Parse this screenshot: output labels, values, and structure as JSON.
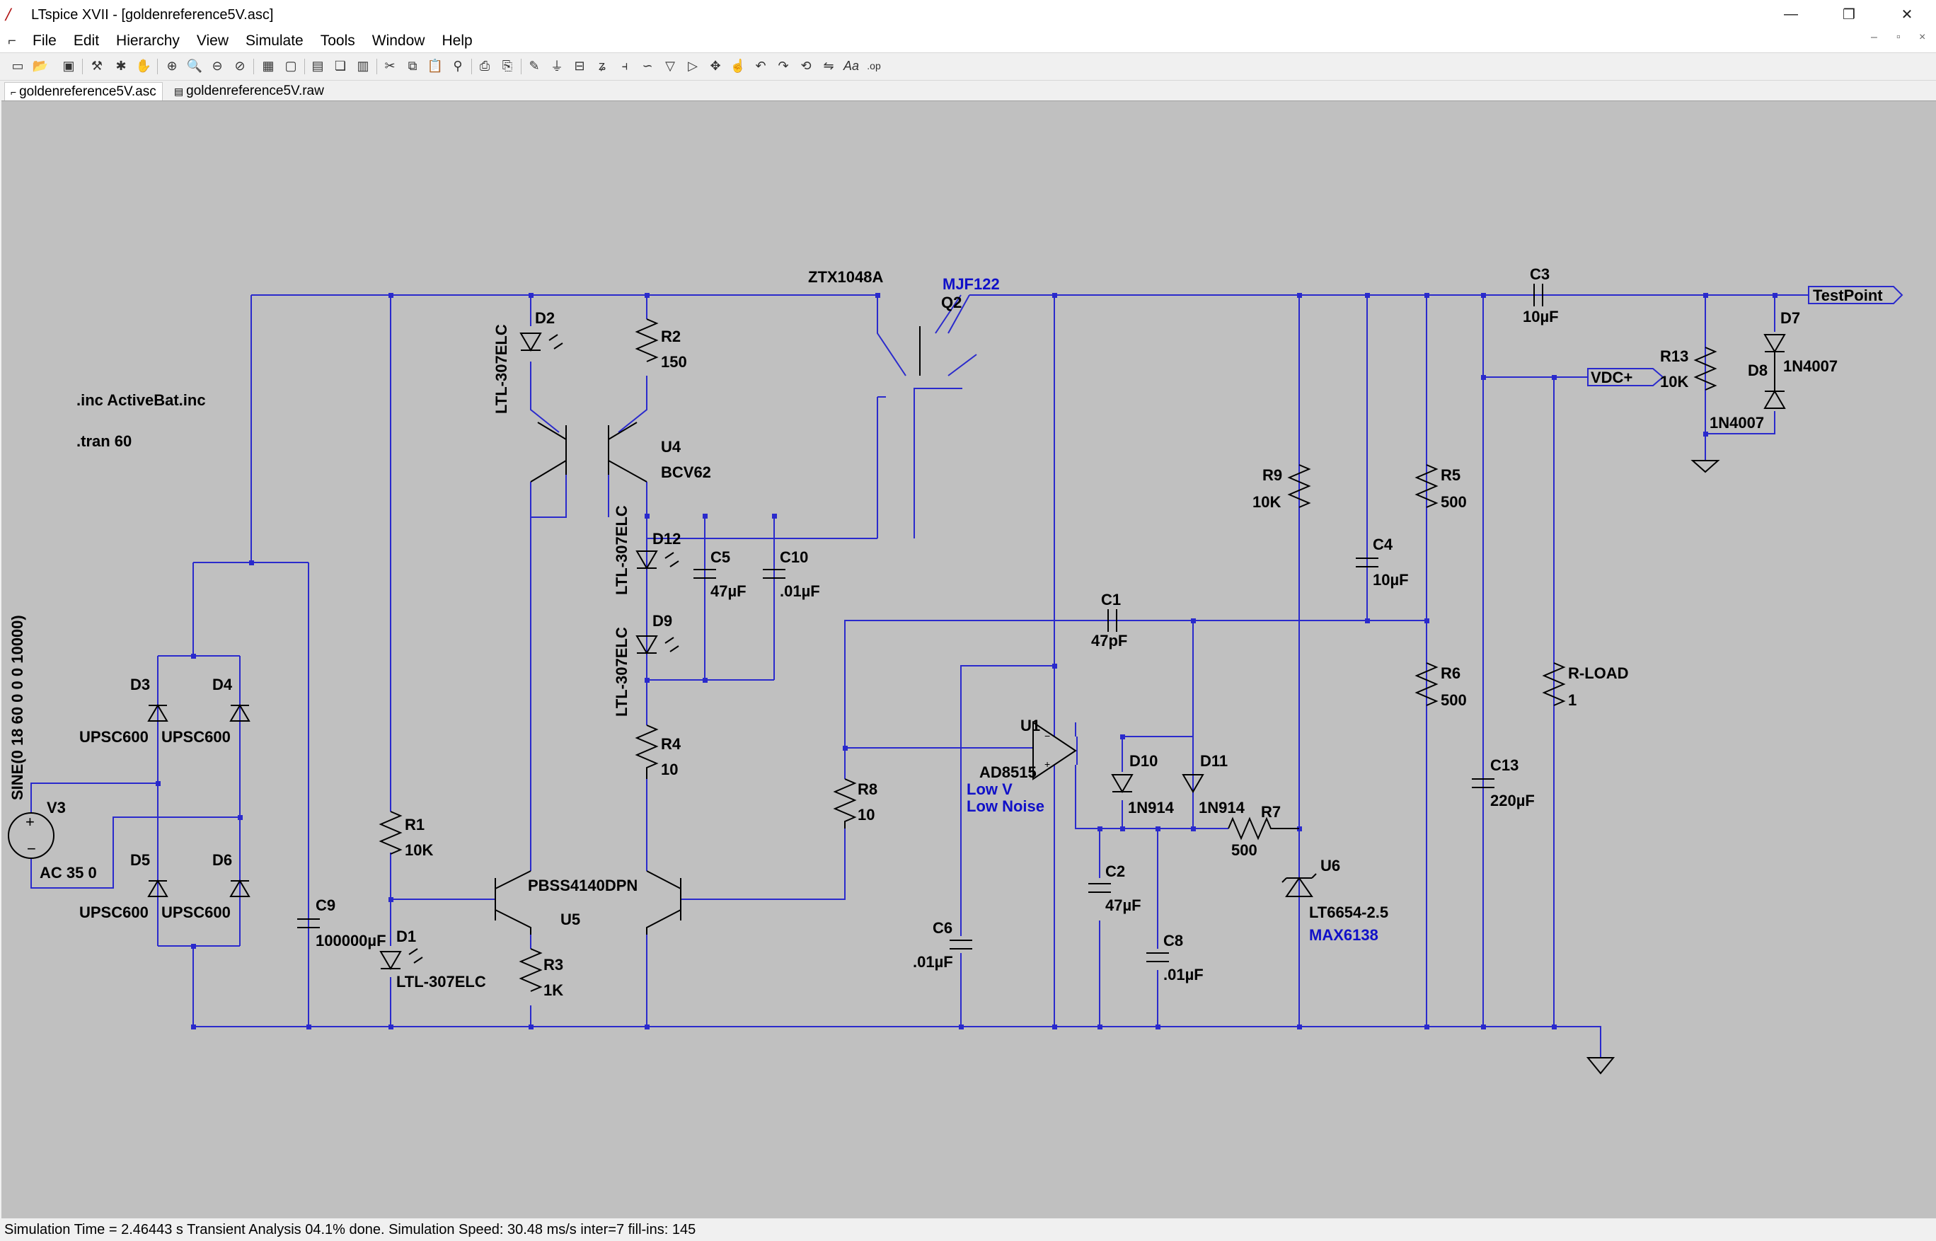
{
  "window": {
    "title": "LTspice XVII - [goldenreference5V.asc]",
    "app_icon": "ltspice-icon",
    "controls": [
      "minimize",
      "restore",
      "close"
    ]
  },
  "menu": [
    "File",
    "Edit",
    "Hierarchy",
    "View",
    "Simulate",
    "Tools",
    "Window",
    "Help"
  ],
  "tabs": [
    {
      "label": "goldenreference5V.asc",
      "active": true
    },
    {
      "label": "goldenreference5V.raw",
      "active": false
    }
  ],
  "schematic": {
    "directives": [
      ".inc ActiveBat.inc",
      ".tran 60"
    ],
    "source": {
      "name": "V3",
      "value": "SINE(0 18 60 0 0 0 10000)",
      "ac": "AC 35 0"
    },
    "bridge": [
      {
        "name": "D3",
        "model": "UPSC600"
      },
      {
        "name": "D4",
        "model": "UPSC600"
      },
      {
        "name": "D5",
        "model": "UPSC600"
      },
      {
        "name": "D6",
        "model": "UPSC600"
      }
    ],
    "components": {
      "C9": {
        "name": "C9",
        "value": "100000µF"
      },
      "R1": {
        "name": "R1",
        "value": "10K"
      },
      "D1": {
        "name": "D1",
        "value": "LTL-307ELC"
      },
      "D2": {
        "name": "D2",
        "value": "LTL-307ELC"
      },
      "R2": {
        "name": "R2",
        "value": "150"
      },
      "U4": {
        "name": "U4",
        "value": "BCV62"
      },
      "D12": {
        "name": "D12",
        "value": "LTL-307ELC"
      },
      "D9": {
        "name": "D9",
        "value": "LTL-307ELC"
      },
      "C5": {
        "name": "C5",
        "value": "47µF"
      },
      "C10": {
        "name": "C10",
        "value": ".01µF"
      },
      "R4": {
        "name": "R4",
        "value": "10"
      },
      "U5": {
        "name": "U5",
        "value": "PBSS4140DPN"
      },
      "R3": {
        "name": "R3",
        "value": "1K"
      },
      "Q2": {
        "name": "Q2",
        "value": "MJF122",
        "overlap_label": "ZTX1048A"
      },
      "R8": {
        "name": "R8",
        "value": "10"
      },
      "C6": {
        "name": "C6",
        "value": ".01µF"
      },
      "C1": {
        "name": "C1",
        "value": "47pF"
      },
      "U1": {
        "name": "U1",
        "value": "AD8515",
        "note1": "Low V",
        "note2": "Low Noise"
      },
      "D10": {
        "name": "D10",
        "value": "1N914"
      },
      "D11": {
        "name": "D11",
        "value": "1N914"
      },
      "R7": {
        "name": "R7",
        "value": "500"
      },
      "C2": {
        "name": "C2",
        "value": "47µF"
      },
      "C8": {
        "name": "C8",
        "value": ".01µF"
      },
      "R9": {
        "name": "R9",
        "value": "10K"
      },
      "U6": {
        "name": "U6",
        "value": "LT6654-2.5",
        "value2": "MAX6138"
      },
      "C4": {
        "name": "C4",
        "value": "10µF"
      },
      "R5": {
        "name": "R5",
        "value": "500"
      },
      "R6": {
        "name": "R6",
        "value": "500"
      },
      "C13": {
        "name": "C13",
        "value": "220µF"
      },
      "RLOAD": {
        "name": "R-LOAD",
        "value": "1"
      },
      "C3": {
        "name": "C3",
        "value": "10µF"
      },
      "R13": {
        "name": "R13",
        "value": "10K"
      },
      "D7": {
        "name": "D7",
        "value": "1N4007"
      },
      "D8": {
        "name": "D8",
        "value": "1N4007"
      }
    },
    "nets": {
      "testpoint": "TestPoint",
      "vdc": "VDC+"
    },
    "colors": {
      "background": "#c0c0c0",
      "wire": "#2a2acc",
      "text": "#000000",
      "blue_text": "#1010c8"
    }
  },
  "status": "Simulation Time = 2.46443 s  Transient Analysis 04.1% done. Simulation Speed: 30.48 ms/s inter=7 fill-ins: 145"
}
